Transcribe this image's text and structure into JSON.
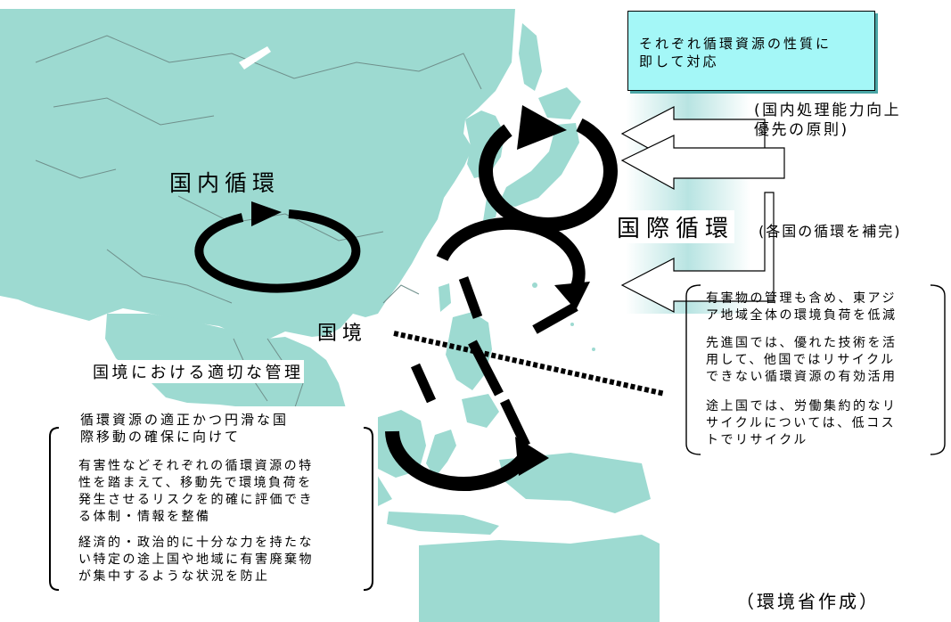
{
  "colors": {
    "land": "#9ddad1",
    "arrow_band": "#b9e4e2",
    "note_box": "#a4f7f7"
  },
  "labels": {
    "top_box": "それぞれ循環資源の性質に\n即して対応",
    "domestic_priority": "(国内処理能力向上\n優先の原則)",
    "domestic_cycle": "国内循環",
    "international_cycle": "国際循環",
    "international_note": "(各国の循環を補完)",
    "border": "国境",
    "border_management": "国境における適切な管理",
    "left_heading": "循環資源の適正かつ円滑な国\n際移動の確保に向けて",
    "left_item_1": "有害性などそれぞれの循環資源の特\n性を踏まえて、移動先で環境負荷を\n発生させるリスクを的確に評価でき\nる体制・情報を整備",
    "left_item_2": "経済的・政治的に十分な力を持たな\nい特定の途上国や地域に有害廃棄物\nが集中するような状況を防止",
    "right_item_1": "有害物の管理も含め、東アジ\nア地域全体の環境負荷を低減",
    "right_item_2": "先進国では、優れた技術を活\n用して、他国ではリサイクル\nできない循環資源の有効活用",
    "right_item_3": "途上国では、労働集約的なリ\nサイクルについては、低コス\nトでリサイクル",
    "source": "（環境省作成）"
  },
  "icons": [
    "domestic-cycle-arrow",
    "japan-cycle-arrow",
    "international-cycle-arrow",
    "border-line",
    "left-pointing-arrow"
  ]
}
